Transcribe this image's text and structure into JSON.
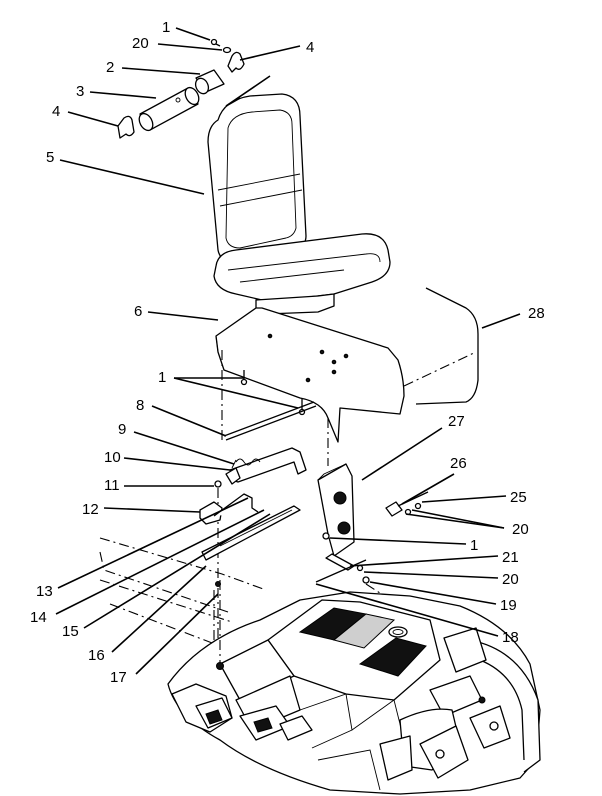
{
  "callouts": [
    {
      "id": "1a",
      "text": "1"
    },
    {
      "id": "20a",
      "text": "20"
    },
    {
      "id": "4a",
      "text": "4"
    },
    {
      "id": "2",
      "text": "2"
    },
    {
      "id": "3",
      "text": "3"
    },
    {
      "id": "4b",
      "text": "4"
    },
    {
      "id": "5",
      "text": "5"
    },
    {
      "id": "6",
      "text": "6"
    },
    {
      "id": "28",
      "text": "28"
    },
    {
      "id": "1b",
      "text": "1"
    },
    {
      "id": "8",
      "text": "8"
    },
    {
      "id": "9",
      "text": "9"
    },
    {
      "id": "27",
      "text": "27"
    },
    {
      "id": "10",
      "text": "10"
    },
    {
      "id": "26",
      "text": "26"
    },
    {
      "id": "11",
      "text": "11"
    },
    {
      "id": "25",
      "text": "25"
    },
    {
      "id": "12",
      "text": "12"
    },
    {
      "id": "20b",
      "text": "20"
    },
    {
      "id": "1c",
      "text": "1"
    },
    {
      "id": "21",
      "text": "21"
    },
    {
      "id": "13",
      "text": "13"
    },
    {
      "id": "20c",
      "text": "20"
    },
    {
      "id": "14",
      "text": "14"
    },
    {
      "id": "19",
      "text": "19"
    },
    {
      "id": "15",
      "text": "15"
    },
    {
      "id": "18",
      "text": "18"
    },
    {
      "id": "16",
      "text": "16"
    },
    {
      "id": "17",
      "text": "17"
    }
  ]
}
